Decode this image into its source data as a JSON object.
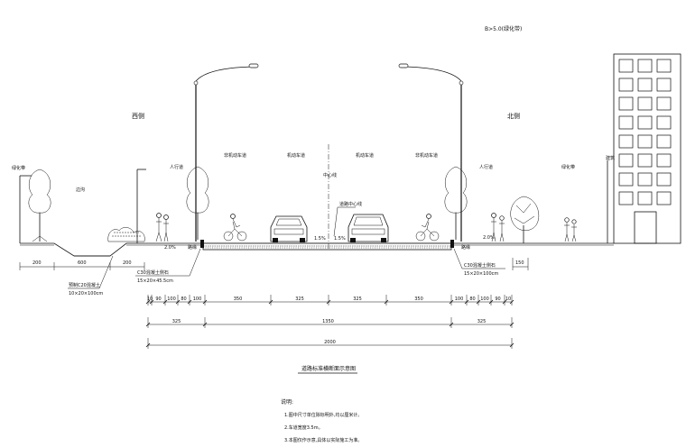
{
  "header": {
    "top_right_label": "B>5.0(绿化带)"
  },
  "sides": {
    "left_side_label": "西侧",
    "right_side_label": "北侧"
  },
  "section_labels": [
    "绿化带",
    "边沟",
    "人行道",
    "非机动车道",
    "机动车道",
    "中心线",
    "机动车道",
    "非机动车道",
    "人行道",
    "绿化带",
    "建筑"
  ],
  "road": {
    "slope_left": "1.5%",
    "slope_right": "1.5%",
    "median_label": "道路中心线",
    "left_curb_label": "路缘",
    "right_curb_label": "路缘",
    "left_slope_label": "2.0%",
    "right_slope_label": "2.0%"
  },
  "annotations": {
    "left_curb_note_1": "C30混凝土侧石",
    "left_curb_note_2": "15×20×45.5cm",
    "left_ditch_note_1": "预制C20混凝土",
    "left_ditch_note_2": "10×20×100cm",
    "right_curb_note_1": "C30混凝土侧石",
    "right_curb_note_2": "15×20×100cm"
  },
  "dimensions": {
    "ditch_row": [
      "200",
      "600",
      "200"
    ],
    "right_small": "150",
    "row1": [
      "10",
      "90",
      "100",
      "80",
      "100",
      "350",
      "325",
      "325",
      "350",
      "100",
      "80",
      "100",
      "90",
      "10"
    ],
    "row2": [
      "325",
      "1350",
      "325"
    ],
    "row3": [
      "2000"
    ]
  },
  "drawing_title": "道路标准横断面示意图",
  "notes": {
    "heading": "说明:",
    "items": [
      "1.图中尺寸单位除标明外,均以厘米计。",
      "2.车道宽度3.5m。",
      "3.本图仅作示意,具体以实际施工为准。"
    ]
  }
}
